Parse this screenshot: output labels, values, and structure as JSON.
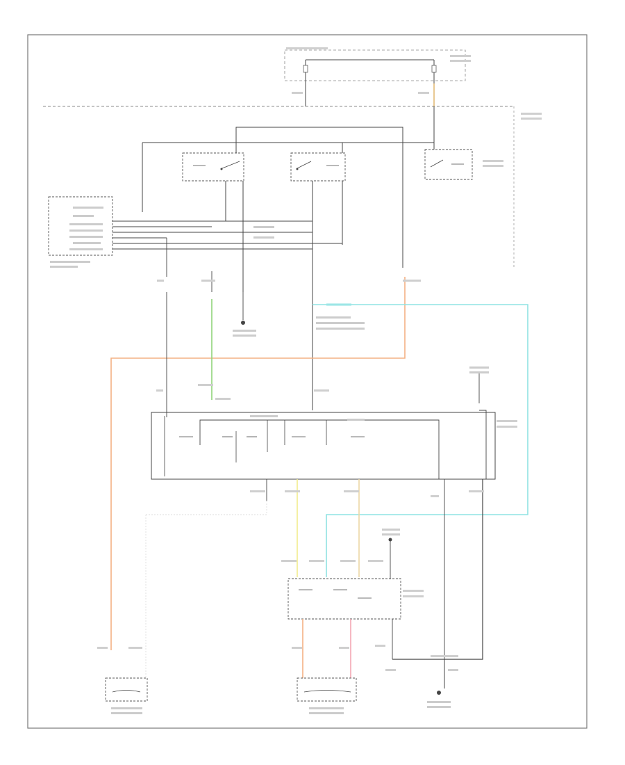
{
  "footer_code": "",
  "colors": {
    "frame": "#777777",
    "wire": "#333333",
    "orange": "#f4b183",
    "green": "#8fd47a",
    "cyan": "#8fe3e3",
    "yellow": "#f2ec8c",
    "tan": "#ecd7a5",
    "pink": "#f4a7b2",
    "dashed": "#555555"
  },
  "components": [
    {
      "key": "fuse_panel",
      "label": ""
    },
    {
      "key": "park_relay",
      "label": ""
    },
    {
      "key": "high_relay",
      "label": ""
    },
    {
      "key": "defrost_relay",
      "label": ""
    },
    {
      "key": "control_module",
      "label": ""
    },
    {
      "key": "wiper_switch",
      "label": ""
    },
    {
      "key": "right_heated_switch",
      "label": ""
    },
    {
      "key": "left_heater_mirror",
      "label": ""
    },
    {
      "key": "right_heater_mirror",
      "label": ""
    },
    {
      "key": "ground_bottom",
      "label": ""
    }
  ]
}
